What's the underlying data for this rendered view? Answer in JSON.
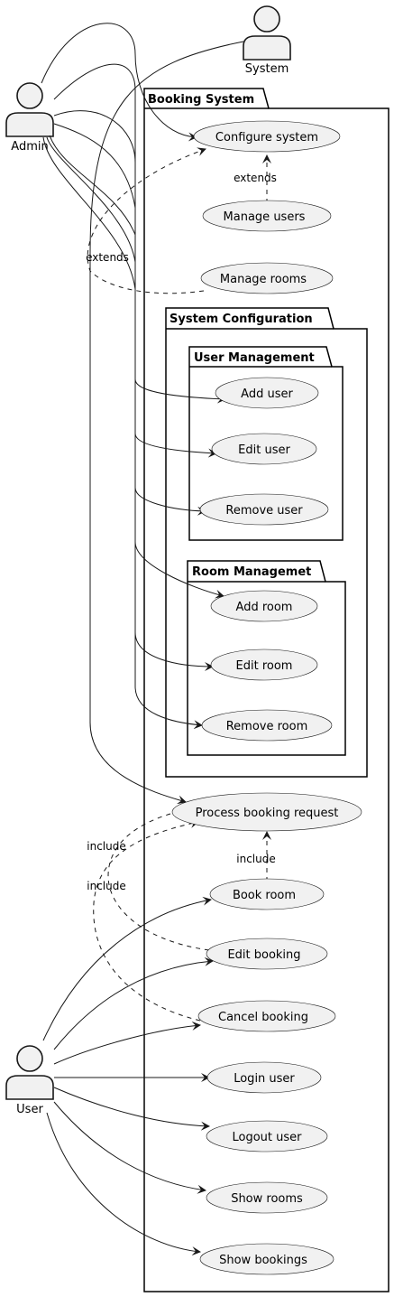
{
  "actors": {
    "admin": "Admin",
    "system": "System",
    "user": "User"
  },
  "packages": {
    "booking_system": "Booking System",
    "system_configuration": "System Configuration",
    "user_management": "User Management",
    "room_management": "Room Managemet"
  },
  "usecases": {
    "configure_system": "Configure system",
    "manage_users": "Manage users",
    "manage_rooms": "Manage rooms",
    "add_user": "Add user",
    "edit_user": "Edit user",
    "remove_user": "Remove user",
    "add_room": "Add room",
    "edit_room": "Edit room",
    "remove_room": "Remove room",
    "process_booking_request": "Process booking request",
    "book_room": "Book room",
    "edit_booking": "Edit booking",
    "cancel_booking": "Cancel booking",
    "login_user": "Login user",
    "logout_user": "Logout user",
    "show_rooms": "Show rooms",
    "show_bookings": "Show bookings"
  },
  "edge_labels": {
    "extends_manage_users": "extends",
    "extends_manage_rooms": "extends",
    "include_book_room": "include",
    "include_edit_booking": "include",
    "include_cancel_booking": "include"
  }
}
